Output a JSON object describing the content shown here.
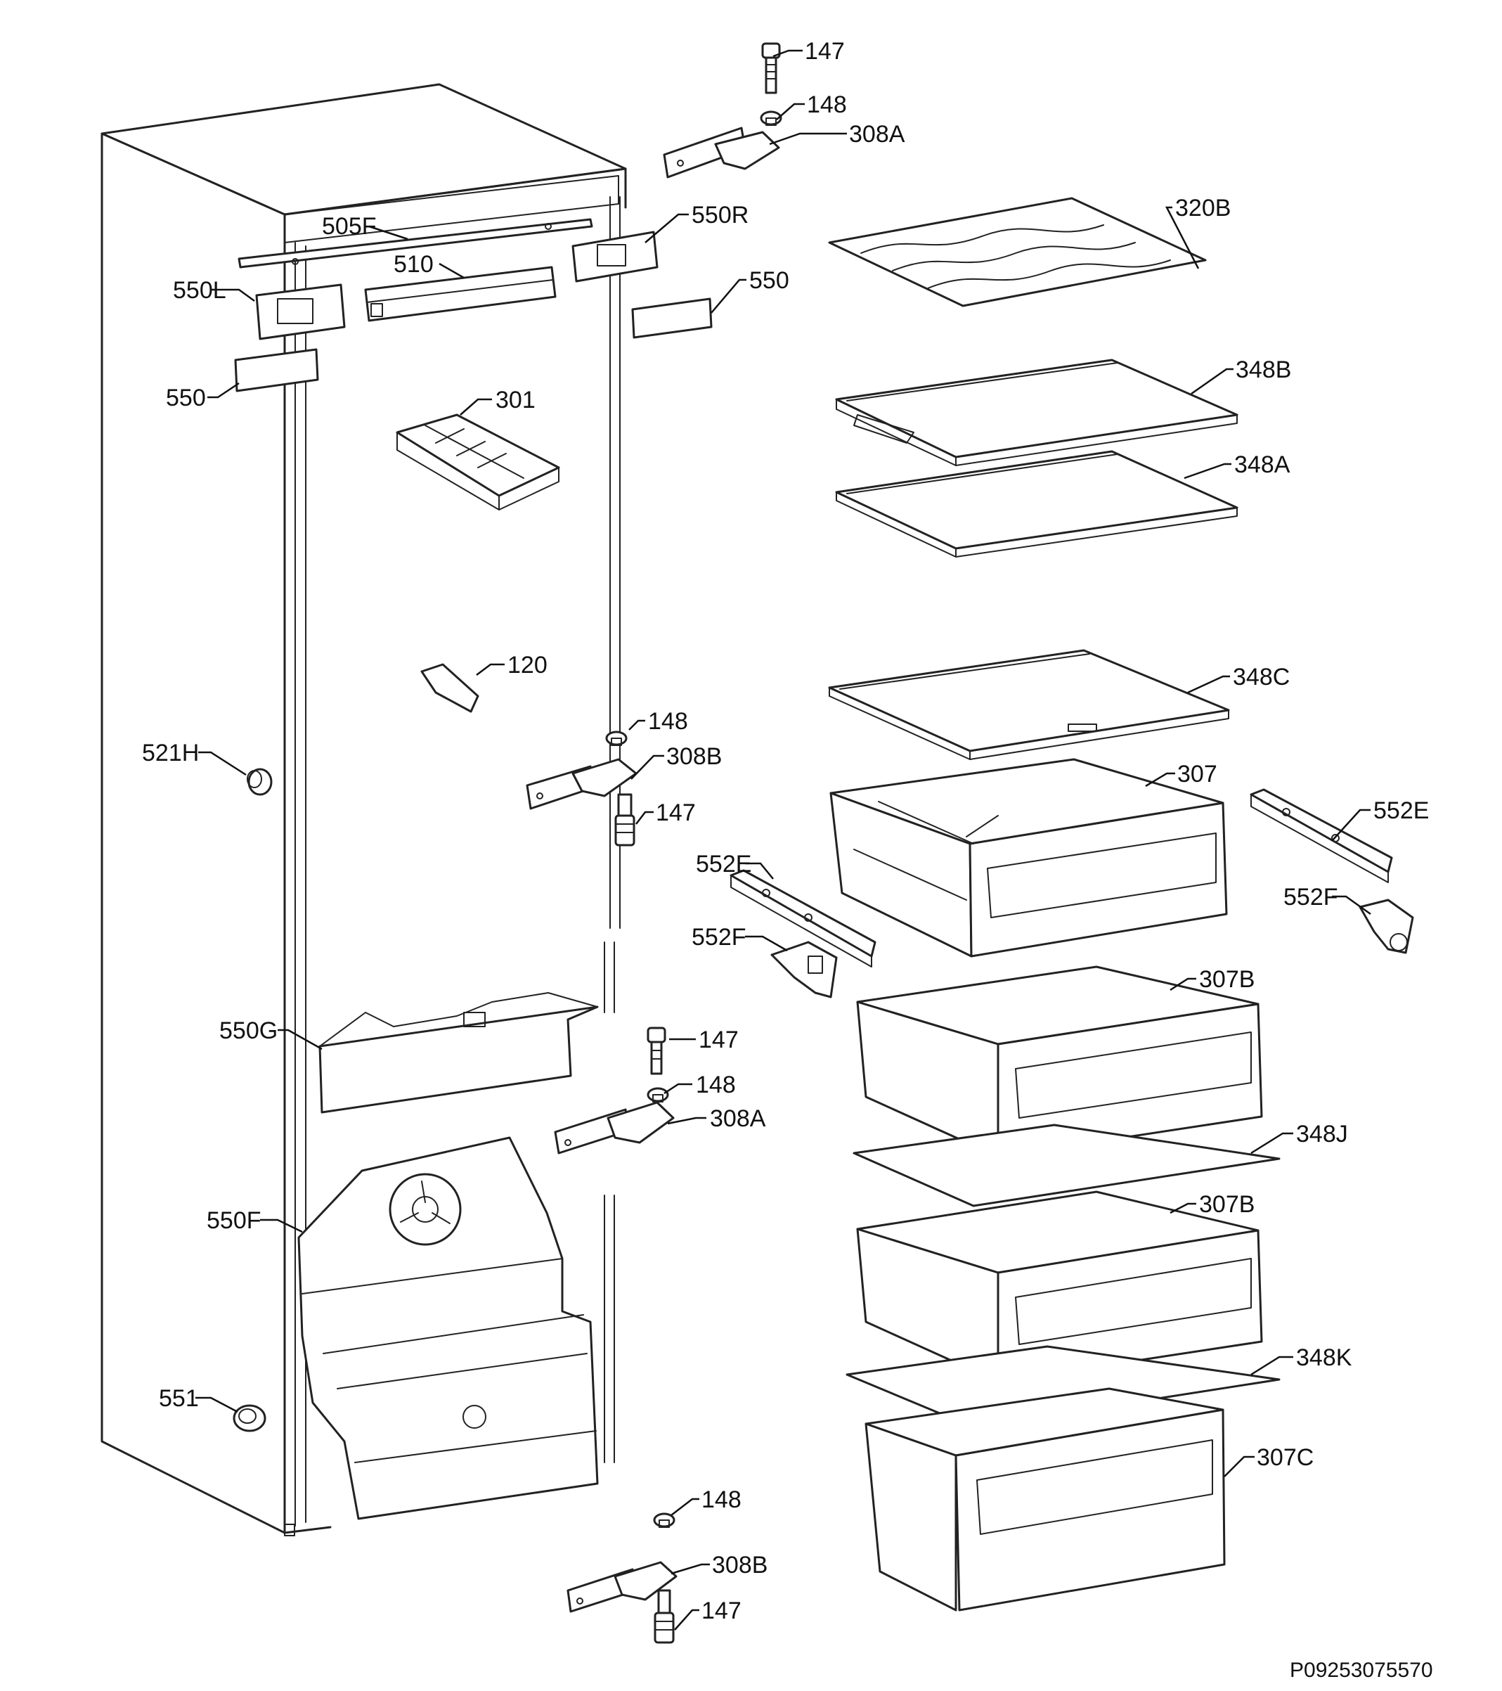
{
  "labels": {
    "l147a": "147",
    "l148a": "148",
    "l308Aa": "308A",
    "l320B": "320B",
    "l505F": "505F",
    "l550R": "550R",
    "l510": "510",
    "l550La": "550L",
    "l550a": "550",
    "l550b": "550",
    "l348B": "348B",
    "l301": "301",
    "l348A": "348A",
    "l120": "120",
    "l348C": "348C",
    "l148b": "148",
    "l521H": "521H",
    "l308Ba": "308B",
    "l307": "307",
    "l552Ea": "552E",
    "l147b": "147",
    "l552Eb": "552E",
    "l552Fa": "552F",
    "l552Fb": "552F",
    "l307Ba": "307B",
    "l550G": "550G",
    "l147c": "147",
    "l148c": "148",
    "l308Ab": "308A",
    "l348J": "348J",
    "l550F": "550F",
    "l307Bb": "307B",
    "l348K": "348K",
    "l551": "551",
    "l307C": "307C",
    "l148d": "148",
    "l308Bb": "308B",
    "l147d": "147"
  },
  "diagram_code": "P09253075570"
}
